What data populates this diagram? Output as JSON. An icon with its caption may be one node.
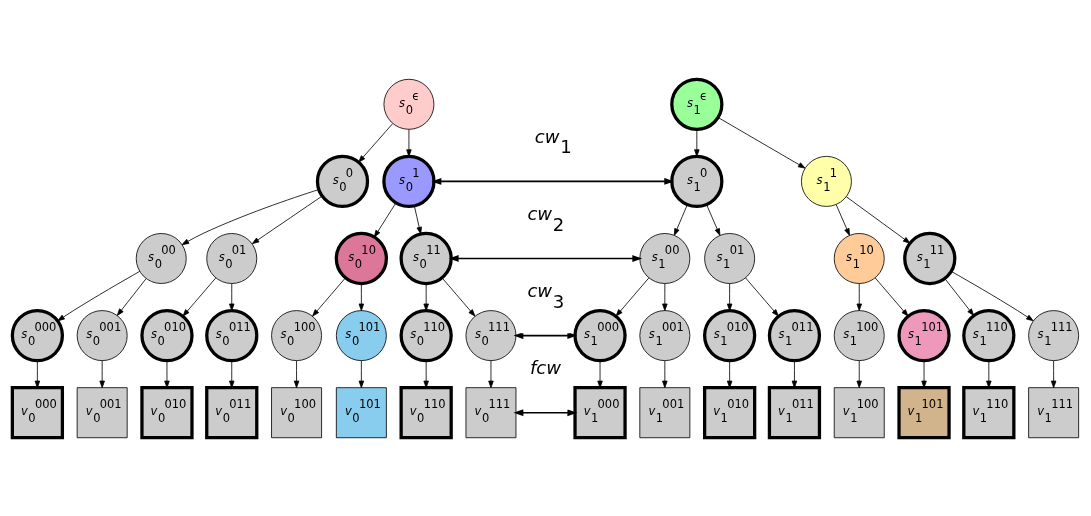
{
  "diagram": {
    "nodes": [
      {
        "text": [
          "*s*$_{0}$$^{ϵ}$"
        ]
      },
      {
        "text": [
          "*s*$_{0}$$^{0}$"
        ]
      },
      {
        "text": [
          "*s*$_{0}$$^{1}$"
        ]
      },
      {
        "text": [
          "*s*$_{0}$$^{00}$"
        ]
      },
      {
        "text": [
          "*s*$_{0}$$^{01}$"
        ]
      },
      {
        "text": [
          "*s*$_{0}$$^{10}$"
        ]
      },
      {
        "text": [
          "*s*$_{0}$$^{11}$"
        ]
      },
      {
        "text": [
          "*s*$_{0}$$^{000}$"
        ]
      },
      {
        "text": [
          "*s*$_{0}$$^{001}$"
        ]
      },
      {
        "text": [
          "*s*$_{0}$$^{010}$"
        ]
      },
      {
        "text": [
          "*s*$_{0}$$^{011}$"
        ]
      },
      {
        "text": [
          "*s*$_{0}$$^{100}$"
        ]
      },
      {
        "text": [
          "*s*$_{0}$$^{101}$"
        ]
      },
      {
        "text": [
          "*s*$_{0}$$^{110}$"
        ]
      },
      {
        "text": [
          "*s*$_{0}$$^{111}$"
        ]
      },
      {
        "text": [
          "*v*$_{0}$$^{000}$"
        ]
      },
      {
        "text": [
          "*v*$_{0}$$^{001}$"
        ]
      },
      {
        "text": [
          "*v*$_{0}$$^{010}$"
        ]
      },
      {
        "text": [
          "*v*$_{0}$$^{011}$"
        ]
      },
      {
        "text": [
          "*v*$_{0}$$^{100}$"
        ]
      },
      {
        "text": [
          "*v*$_{0}$$^{101}$"
        ]
      },
      {
        "text": [
          "*v*$_{0}$$^{110}$"
        ]
      },
      {
        "text": [
          "*v*$_{0}$$^{111}$"
        ]
      },
      {
        "text": [
          "*s*$_{1}$$^{ϵ}$"
        ]
      },
      {
        "text": [
          "*s*$_{1}$$^{0}$"
        ]
      },
      {
        "text": [
          "*s*$_{1}$$^{1}$"
        ]
      },
      {
        "text": [
          "*s*$_{1}$$^{00}$"
        ]
      },
      {
        "text": [
          "*s*$_{1}$$^{01}$"
        ]
      },
      {
        "text": [
          "*s*$_{1}$$^{10}$"
        ]
      },
      {
        "text": [
          "*s*$_{1}$$^{11}$"
        ]
      },
      {
        "text": [
          "*s*$_{1}$$^{000}$"
        ]
      },
      {
        "text": [
          "*s*$_{1}$$^{001}$"
        ]
      },
      {
        "text": [
          "*s*$_{1}$$^{010}$"
        ]
      },
      {
        "text": [
          "*s*$_{1}$$^{011}$"
        ]
      },
      {
        "text": [
          "*s*$_{1}$$^{100}$"
        ]
      },
      {
        "text": [
          "*s*$_{1}$$^{101}$"
        ]
      },
      {
        "text": [
          "*s*$_{1}$$^{110}$"
        ]
      },
      {
        "text": [
          "*s*$_{1}$$^{111}$"
        ]
      },
      {
        "text": [
          "*v*$_{1}$$^{000}$"
        ]
      },
      {
        "text": [
          "*v*$_{1}$$^{001}$"
        ]
      },
      {
        "text": [
          "*v*$_{1}$$^{010}$"
        ]
      },
      {
        "text": [
          "*v*$_{1}$$^{011}$"
        ]
      },
      {
        "text": [
          "*v*$_{1}$$^{100}$"
        ]
      },
      {
        "text": [
          "*v*$_{1}$$^{101}$"
        ]
      },
      {
        "text": [
          "*v*$_{1}$$^{110}$"
        ]
      },
      {
        "text": [
          "*v*$_{1}$$^{111}$"
        ]
      }
    ],
    "edges": [
      {
        "from": 0,
        "to": 1,
        "arrow": "to"
      },
      {
        "from": 0,
        "to": 2,
        "arrow": "to"
      },
      {
        "from": 1,
        "to": 3,
        "arrow": "to"
      },
      {
        "from": 1,
        "to": 4,
        "arrow": "to"
      },
      {
        "from": 2,
        "to": 5,
        "arrow": "to"
      },
      {
        "from": 2,
        "to": 6,
        "arrow": "to"
      },
      {
        "from": 3,
        "to": 7,
        "arrow": "to"
      },
      {
        "from": 3,
        "to": 8,
        "arrow": "to"
      },
      {
        "from": 4,
        "to": 9,
        "arrow": "to"
      },
      {
        "from": 4,
        "to": 10,
        "arrow": "to"
      },
      {
        "from": 5,
        "to": 11,
        "arrow": "to"
      },
      {
        "from": 5,
        "to": 12,
        "arrow": "to"
      },
      {
        "from": 6,
        "to": 13,
        "arrow": "to"
      },
      {
        "from": 6,
        "to": 14,
        "arrow": "to"
      },
      {
        "from": 7,
        "to": 15,
        "arrow": "to"
      },
      {
        "from": 8,
        "to": 16,
        "arrow": "to"
      },
      {
        "from": 9,
        "to": 17,
        "arrow": "to"
      },
      {
        "from": 10,
        "to": 18,
        "arrow": "to"
      },
      {
        "from": 11,
        "to": 19,
        "arrow": "to"
      },
      {
        "from": 12,
        "to": 20,
        "arrow": "to"
      },
      {
        "from": 13,
        "to": 21,
        "arrow": "to"
      },
      {
        "from": 14,
        "to": 22,
        "arrow": "to"
      },
      {
        "from": 23,
        "to": 24,
        "arrow": "to"
      },
      {
        "from": 23,
        "to": 25,
        "arrow": "to"
      },
      {
        "from": 24,
        "to": 26,
        "arrow": "to"
      },
      {
        "from": 24,
        "to": 27,
        "arrow": "to"
      },
      {
        "from": 25,
        "to": 28,
        "arrow": "to"
      },
      {
        "from": 25,
        "to": 29,
        "arrow": "to"
      },
      {
        "from": 26,
        "to": 30,
        "arrow": "to"
      },
      {
        "from": 26,
        "to": 31,
        "arrow": "to"
      },
      {
        "from": 27,
        "to": 32,
        "arrow": "to"
      },
      {
        "from": 27,
        "to": 33,
        "arrow": "to"
      },
      {
        "from": 28,
        "to": 34,
        "arrow": "to"
      },
      {
        "from": 28,
        "to": 35,
        "arrow": "to"
      },
      {
        "from": 29,
        "to": 36,
        "arrow": "to"
      },
      {
        "from": 29,
        "to": 37,
        "arrow": "to"
      },
      {
        "from": 30,
        "to": 38,
        "arrow": "to"
      },
      {
        "from": 31,
        "to": 39,
        "arrow": "to"
      },
      {
        "from": 32,
        "to": 40,
        "arrow": "to"
      },
      {
        "from": 33,
        "to": 41,
        "arrow": "to"
      },
      {
        "from": 34,
        "to": 42,
        "arrow": "to"
      },
      {
        "from": 35,
        "to": 43,
        "arrow": "to"
      },
      {
        "from": 36,
        "to": 44,
        "arrow": "to"
      },
      {
        "from": 37,
        "to": 45,
        "arrow": "to"
      },
      {
        "from": 2,
        "to": 24,
        "arrow": "both",
        "label": "*cw*$_{1}$"
      },
      {
        "from": 6,
        "to": 26,
        "arrow": "both",
        "label": "*cw*$_{2}$"
      },
      {
        "from": 14,
        "to": 30,
        "arrow": "both",
        "label": "*cw*$_{3}$"
      },
      {
        "from": 22,
        "to": 38,
        "arrow": "both",
        "label": "fcw"
      }
    ]
  }
}
